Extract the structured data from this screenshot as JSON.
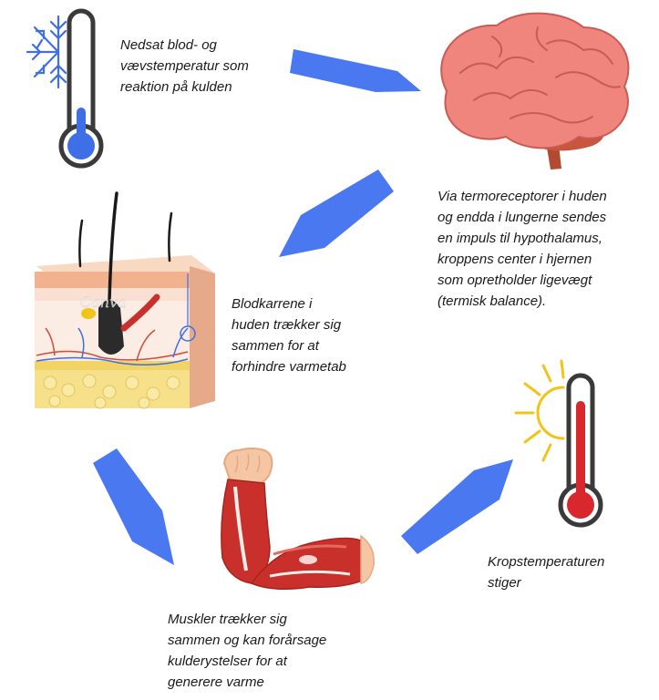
{
  "steps": {
    "cold": {
      "lines": [
        "Nedsat blod- og",
        "vævstemperatur som",
        "reaktion på kulden"
      ]
    },
    "brain": {
      "lines": [
        "Via termoreceptorer i huden",
        "og endda i lungerne sendes",
        "en impuls til hypothalamus,",
        "kroppens center i hjernen",
        "som opretholder ligevægt",
        "(termisk balance)."
      ]
    },
    "vessels": {
      "lines": [
        "Blodkarrene i",
        "huden trækker sig",
        "sammen for at",
        "forhindre varmetab"
      ]
    },
    "muscles": {
      "lines": [
        "Muskler trækker sig",
        "sammen og kan forårsage",
        "kulderystelser for at",
        "generere varme"
      ]
    },
    "warm": {
      "lines": [
        "Kropstemperaturen",
        "stiger"
      ]
    }
  },
  "watermark": "Canva",
  "colors": {
    "arrow": "#4a78f0",
    "cold_mercury": "#3f6fe6",
    "hot_mercury": "#d9272e",
    "sun": "#f2c418",
    "brain": "#f0857d",
    "muscle": "#c9302c",
    "skin": "#f5c6a3"
  },
  "icons": [
    "snowflake-icon",
    "cold-thermometer-icon",
    "brain-icon",
    "skin-cross-section-icon",
    "flexed-arm-muscle-icon",
    "sun-icon",
    "hot-thermometer-icon"
  ]
}
